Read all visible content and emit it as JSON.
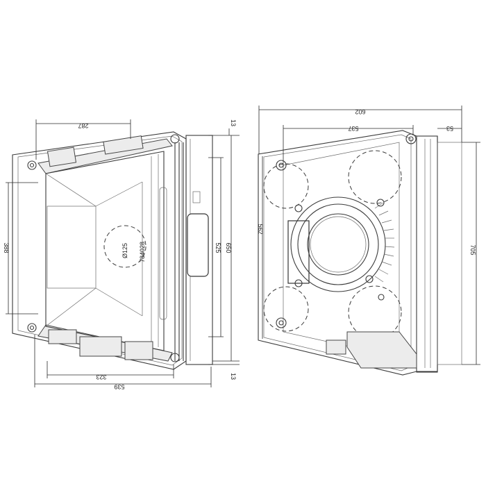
{
  "left_view": {
    "dimensions": {
      "top_width": "287",
      "right_top": "13",
      "left_height": "388",
      "inner_height": "525",
      "outer_height": "650",
      "bottom_inner": "323",
      "bottom_outer": "539",
      "right_bottom": "13"
    },
    "labels": {
      "flue_diameter": "Ø125",
      "code": "784028"
    }
  },
  "right_view": {
    "dimensions": {
      "top_outer": "602",
      "top_inner": "537",
      "top_right": "53",
      "left_height": "562",
      "right_height": "705"
    }
  }
}
